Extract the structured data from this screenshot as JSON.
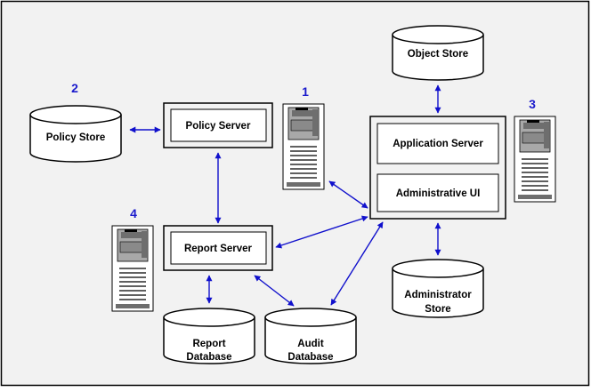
{
  "colors": {
    "background": "#f2f2f2",
    "box_fill": "#f2f2f2",
    "inner_fill": "#ffffff",
    "stroke": "#000000",
    "arrow": "#1010cc",
    "number": "#1a1acc",
    "server_dark": "#6e6e6e",
    "server_mid": "#a8a8a8"
  },
  "components": {
    "object_store": "Object Store",
    "policy_store": "Policy Store",
    "policy_server": "Policy Server",
    "application_server": "Application Server",
    "administrative_ui": "Administrative UI",
    "report_server": "Report Server",
    "administrator_store": [
      "Administrator",
      "Store"
    ],
    "report_database": [
      "Report",
      "Database"
    ],
    "audit_database": [
      "Audit",
      "Database"
    ]
  },
  "server_numbers": [
    "1",
    "2",
    "3",
    "4"
  ],
  "icons": [
    "server-tower-icon",
    "database-cylinder-icon",
    "double-arrow-icon"
  ]
}
